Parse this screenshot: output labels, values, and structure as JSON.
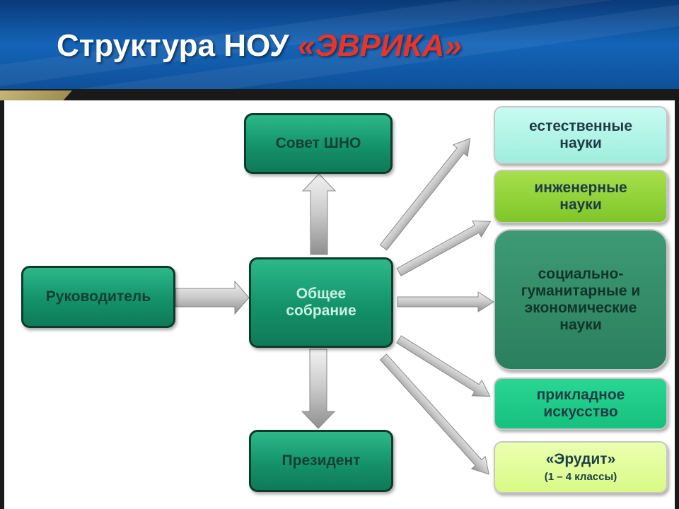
{
  "title": {
    "main": "Структура НОУ ",
    "accent": "«ЭВРИКА»"
  },
  "nodes": {
    "council": "Совет ШНО",
    "leader": "Руководитель",
    "general_meeting": "Общее собрание",
    "president": "Президент",
    "natural": "естественные науки",
    "engineering": "инженерные науки",
    "social": "социально-гуманитарные и экономические науки",
    "applied": "прикладное искусство",
    "erudit": "«Эрудит»",
    "erudit_sub": "(1 – 4 классы)"
  },
  "colors": {
    "header": "#1464b8",
    "title_accent": "#e8342a",
    "dark_box": "#14926a",
    "cyan_box": "#b2f5e8",
    "lime_box": "#92d43a",
    "teal_box": "#358c6a",
    "green_box": "#1fcc88",
    "yellow_box": "#e2fc9a"
  },
  "edges": [
    {
      "from": "Руководитель",
      "to": "Общее собрание"
    },
    {
      "from": "Общее собрание",
      "to": "Совет ШНО"
    },
    {
      "from": "Общее собрание",
      "to": "Президент"
    },
    {
      "from": "Общее собрание",
      "to": "естественные науки"
    },
    {
      "from": "Общее собрание",
      "to": "инженерные науки"
    },
    {
      "from": "Общее собрание",
      "to": "социально-гуманитарные и экономические науки"
    },
    {
      "from": "Общее собрание",
      "to": "прикладное искусство"
    },
    {
      "from": "Общее собрание",
      "to": "«Эрудит»"
    }
  ]
}
